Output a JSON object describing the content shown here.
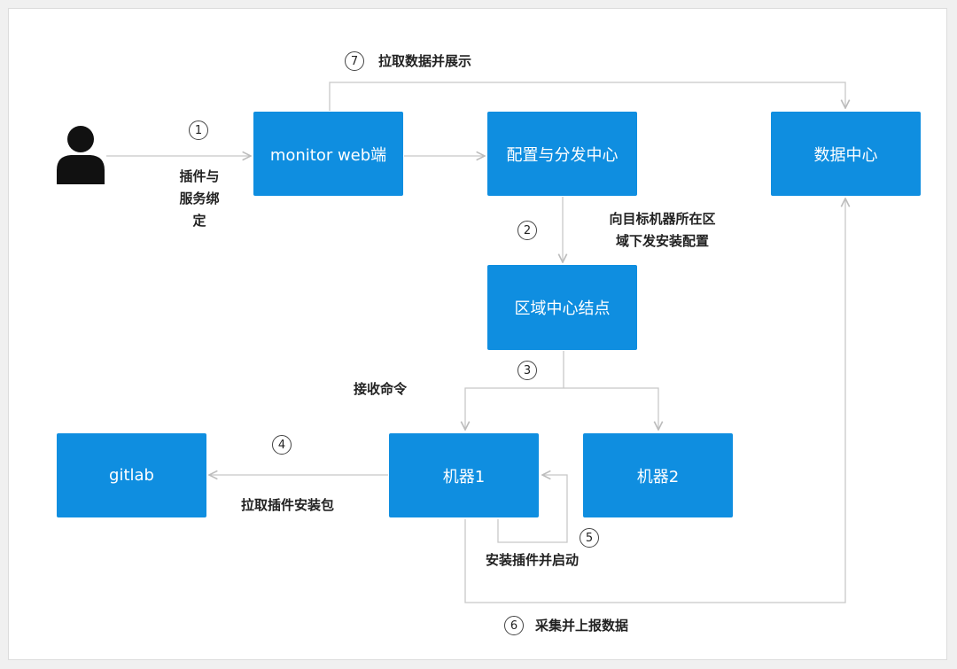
{
  "nodes": {
    "monitor_web": "monitor web端",
    "config_center": "配置与分发中心",
    "data_center": "数据中心",
    "region_node": "区域中心结点",
    "gitlab": "gitlab",
    "machine1": "机器1",
    "machine2": "机器2"
  },
  "steps": [
    "1",
    "2",
    "3",
    "4",
    "5",
    "6",
    "7"
  ],
  "labels": {
    "bind_line1": "插件与",
    "bind_line2": "服务绑",
    "bind_line3": "定",
    "dispatch_line1": "向目标机器所在区",
    "dispatch_line2": "域下发安装配置",
    "receive": "接收命令",
    "pull_package": "拉取插件安装包",
    "install_start": "安装插件并启动",
    "report": "采集并上报数据",
    "fetch_show": "拉取数据并展示"
  },
  "colors": {
    "node_fill": "#0f8ee0",
    "node_text": "#ffffff",
    "line": "#c8c8c8",
    "user_icon": "#111111"
  },
  "icons": {
    "user": "user-icon"
  }
}
